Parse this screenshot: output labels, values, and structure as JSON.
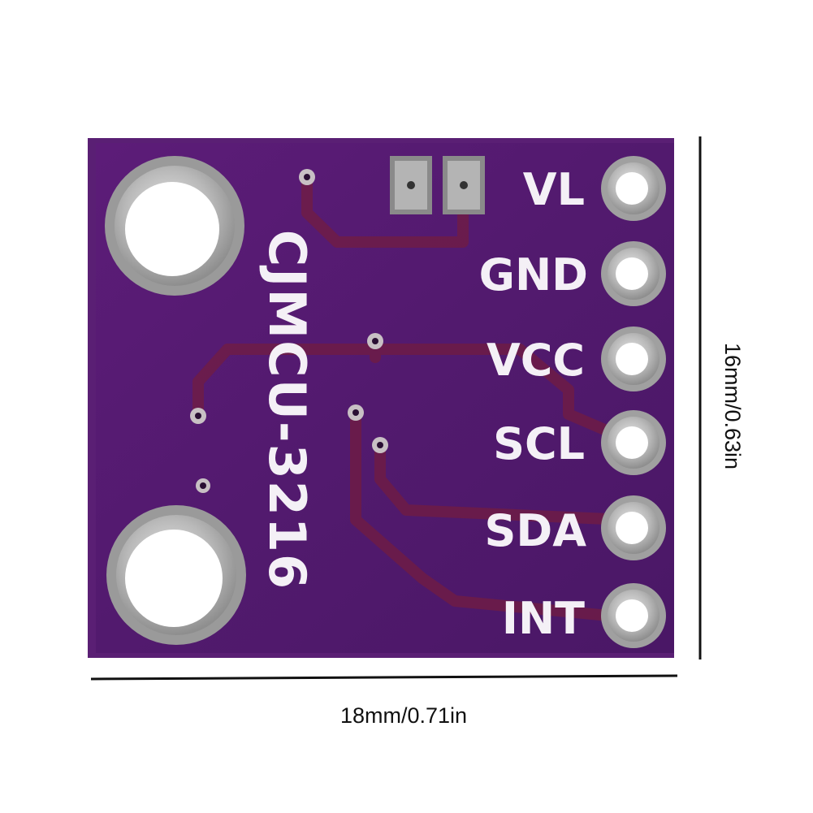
{
  "board": {
    "name": "CJMCU-3216",
    "pins": [
      "VL",
      "GND",
      "VCC",
      "SCL",
      "SDA",
      "INT"
    ],
    "pcb_color": "#5a1f74",
    "trace_color": "#7a1e3a"
  },
  "dimensions": {
    "width_label": "18mm/0.71in",
    "height_label": "16mm/0.63in"
  }
}
